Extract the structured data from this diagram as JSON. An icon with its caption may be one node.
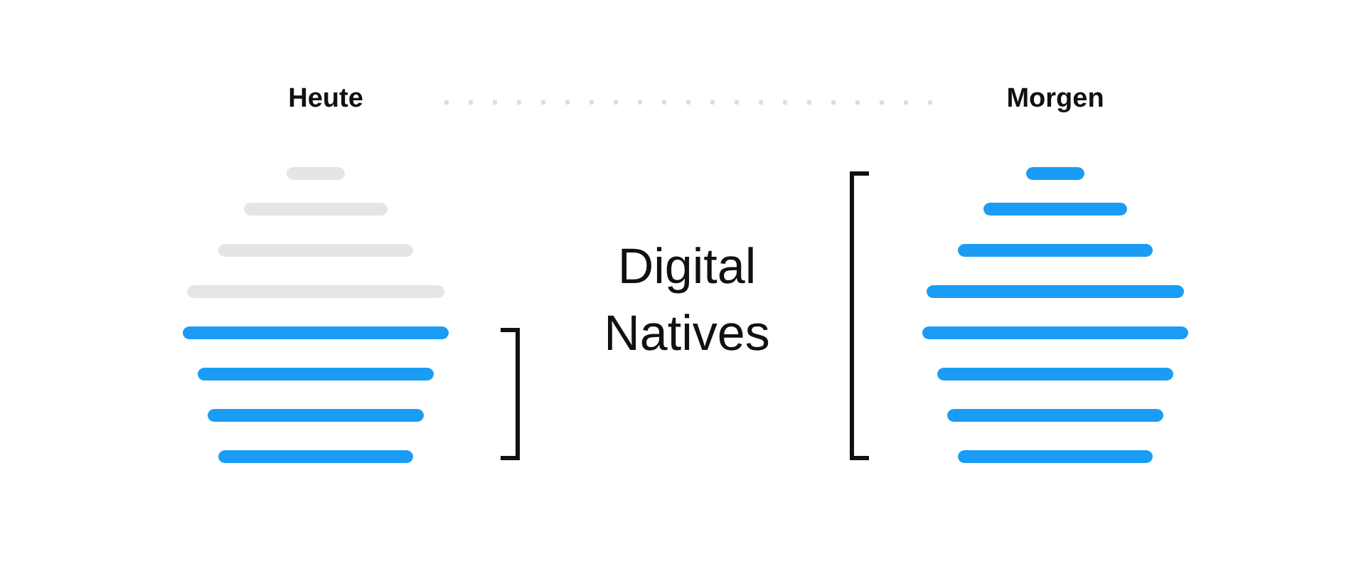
{
  "diagram": {
    "labels": [
      "Heute",
      "Morgen",
      "Digital Natives"
    ]
  }
}
